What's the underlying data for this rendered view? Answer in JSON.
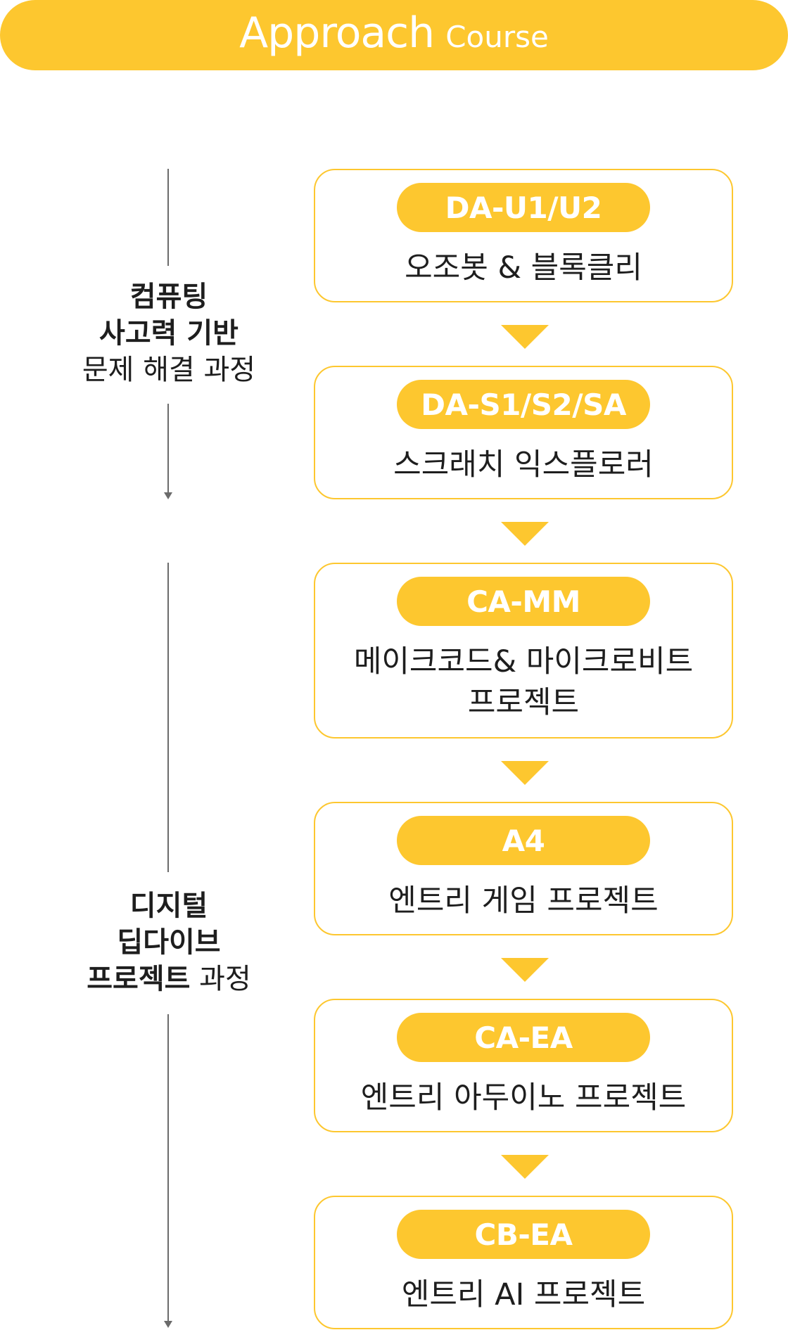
{
  "header": {
    "title_main": "Approach",
    "title_sub": "Course"
  },
  "groups": [
    {
      "line1": "컴퓨팅",
      "line2": "사고력 기반",
      "line3": "문제 해결 과정"
    },
    {
      "line1": "디지털",
      "line2": "딥다이브",
      "line3_bold": "프로젝트",
      "line3_regular": " 과정"
    }
  ],
  "courses": [
    {
      "code": "DA-U1/U2",
      "lines": [
        "오조봇 & 블록클리"
      ]
    },
    {
      "code": "DA-S1/S2/SA",
      "lines": [
        "스크래치 익스플로러"
      ]
    },
    {
      "code": "CA-MM",
      "lines": [
        "메이크코드& 마이크로비트",
        "프로젝트"
      ]
    },
    {
      "code": "A4",
      "lines": [
        "엔트리 게임 프로젝트"
      ]
    },
    {
      "code": "CA-EA",
      "lines": [
        "엔트리 아두이노 프로젝트"
      ]
    },
    {
      "code": "CB-EA",
      "lines": [
        "엔트리 AI 프로젝트"
      ]
    }
  ],
  "colors": {
    "accent": "#FDC72F",
    "text": "#1e1e1e",
    "line": "#6b6b6b"
  },
  "icons": {
    "flow_arrow": "down-triangle-icon",
    "timeline_arrow": "arrow-down-icon"
  }
}
